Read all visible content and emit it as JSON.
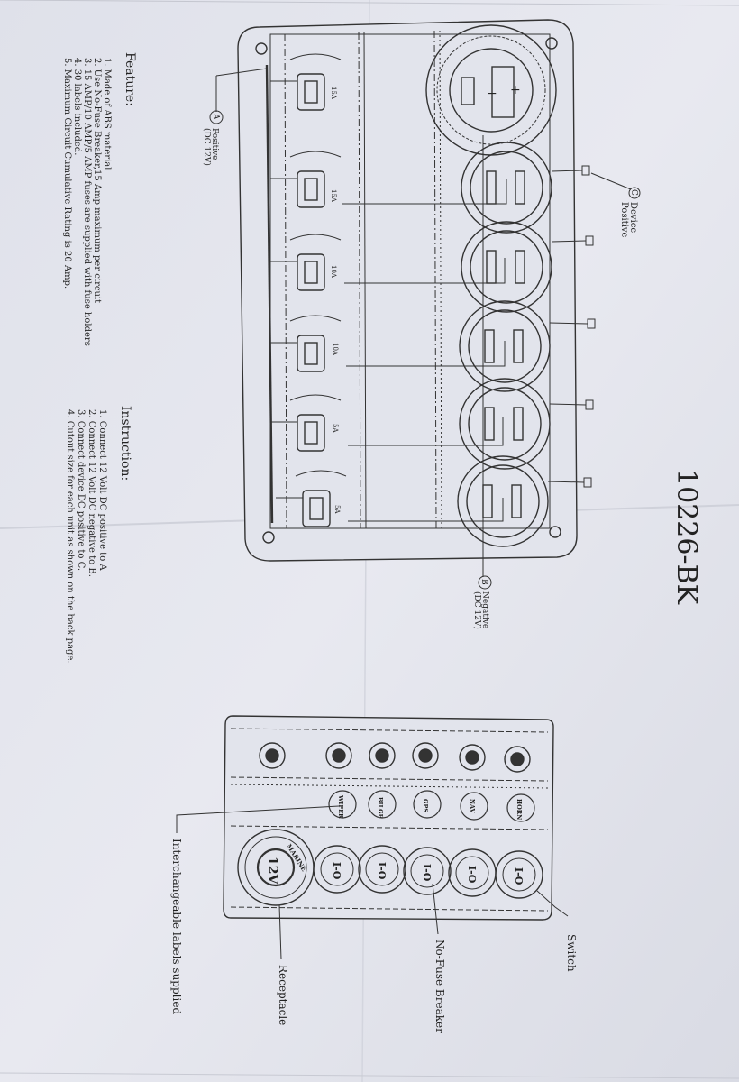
{
  "model": "10226-BK",
  "feature": {
    "heading": "Feature:",
    "items": [
      "1. Made of ABS material",
      "2. Use No-Fuse Breaker,15 Amp maximum per circuit",
      "3. 15 AMP/10 AMP/5 AMP fuses are supplied with fuse holders",
      "4. 30 labels included.",
      "5. Maximum Circuit Cumulative Rating is 20 Amp."
    ]
  },
  "instruction": {
    "heading": "Instruction:",
    "items": [
      "1. Connect 12 Volt DC positive to A",
      "2. Connect 12 Volt DC negative to B.",
      "3. Connect device DC positive to C.",
      "4. Cutout size for each unit as shown on the back page."
    ]
  },
  "wiring": {
    "positive_letter": "A",
    "positive_label": "Positive",
    "positive_sub": "(DC 12V)",
    "negative_letter": "B",
    "negative_label": "Negative",
    "negative_sub": "(DC 12V)",
    "device_letter": "C",
    "device_label_1": "Device",
    "device_label_2": "Positive",
    "fuses": [
      "15A",
      "15A",
      "10A",
      "10A",
      "5A",
      "5A"
    ]
  },
  "front": {
    "callout_switch": "Switch",
    "callout_breaker": "No-Fuse Breaker",
    "callout_receptacle": "Receptacle",
    "callout_labels": "Interchangeable labels supplied",
    "receptacle_ring_text": "MARINE",
    "receptacle_voltage": "12V",
    "switch_label": "I-O",
    "circuit_labels": [
      "HORN",
      "NAV",
      "GPS",
      "BILGE",
      "WIPER"
    ]
  }
}
